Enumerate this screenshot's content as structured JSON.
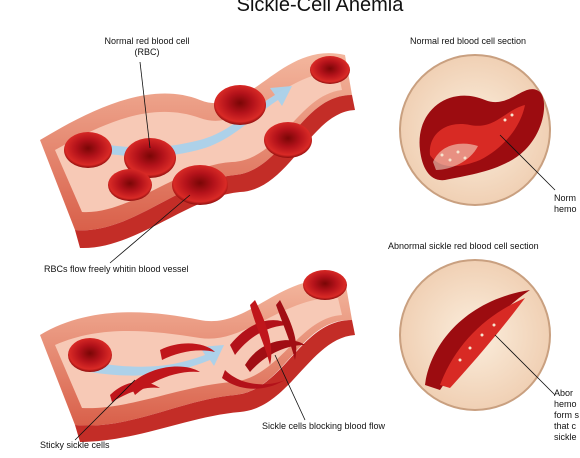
{
  "title": "Sickle-Cell Anemia",
  "labels": {
    "normal_rbc_line1": "Normal red blood cell",
    "normal_rbc_line2": "(RBC)",
    "normal_section": "Normal red blood cell section",
    "normal_hemo_line1": "Norm",
    "normal_hemo_line2": "hemo",
    "flow_freely": "RBCs flow freely whitin blood vessel",
    "abnormal_section": "Abnormal sickle red blood cell section",
    "abnormal_hemo_line1": "Abor",
    "abnormal_hemo_line2": "hemo",
    "abnormal_hemo_line3": "form s",
    "abnormal_hemo_line4": "that c",
    "abnormal_hemo_line5": "sickle",
    "sticky_cells": "Sticky sickle cells",
    "blocking": "Sickle cells blocking blood flow"
  },
  "colors": {
    "vessel_outer": "#f0a888",
    "vessel_wall": "#c8322a",
    "vessel_inner": "#f7c4b0",
    "cell_dark": "#8a0c0c",
    "cell_mid": "#c0161b",
    "cell_light": "#e8322e",
    "flow_arrow": "#a9d2ec",
    "section_bg": "#f6e4cf"
  }
}
